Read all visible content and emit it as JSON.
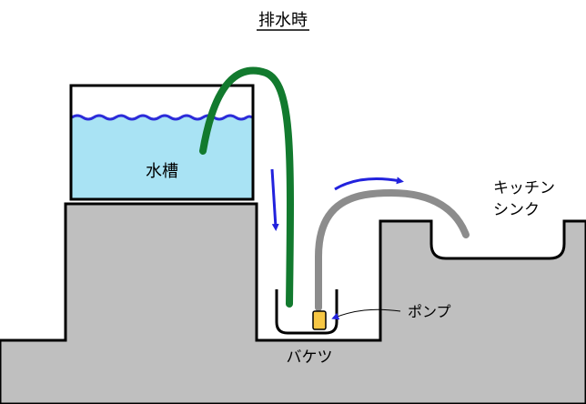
{
  "title": "排水時",
  "labels": {
    "tank": "水槽",
    "sink_line1": "キッチン",
    "sink_line2": "シンク",
    "pump": "ポンプ",
    "bucket": "バケツ"
  },
  "colors": {
    "ground": "#bfbfbf",
    "water": "#a9e3f4",
    "wave": "#2b2bd9",
    "green_hose": "#127a2e",
    "gray_hose": "#8c8c8c",
    "arrow": "#2222dd",
    "pump": "#f7c744",
    "outline": "#000000"
  }
}
